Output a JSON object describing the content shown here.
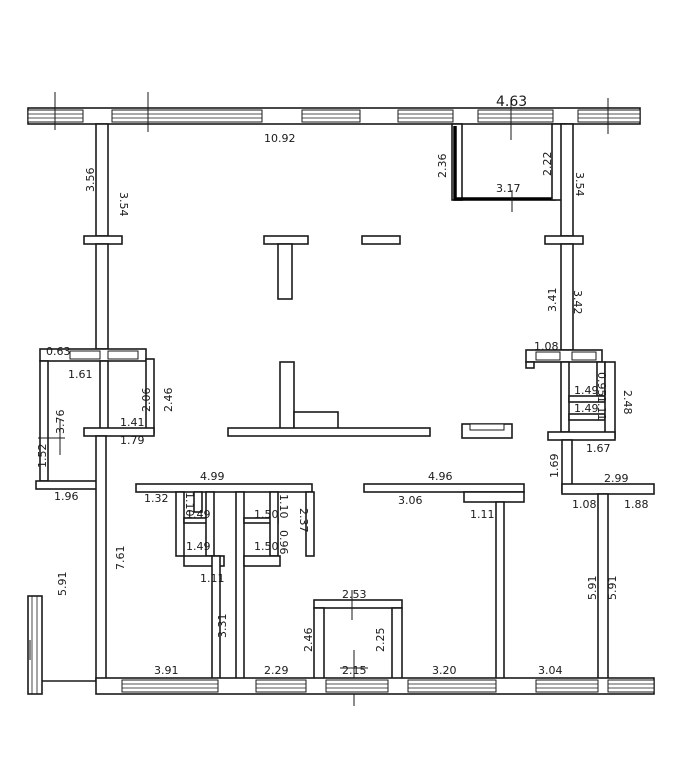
{
  "plan": {
    "dimensions": {
      "top_overall": "4.63",
      "top_long": "10.92",
      "alcove_height": "2.36",
      "alcove_height_right": "2.22",
      "alcove_width": "3.17",
      "left_outer_upper": "3.56",
      "left_inner_upper": "3.54",
      "right_upper": "3.54",
      "right_mid_outer": "3.41",
      "right_mid_inner": "3.42",
      "left_small_w": "0.63",
      "left_small_w2": "1.61",
      "left_mid_h1": "2.06",
      "left_mid_h2": "2.46",
      "left_mid_w1": "1.41",
      "left_mid_w2": "1.79",
      "left_outer_h": "3.76",
      "left_outer_h2": "1.52",
      "left_base_w": "1.96",
      "right_niche_w": "1.08",
      "right_niche_a": "1.49",
      "right_niche_b": "1.49",
      "right_niche_h1": "0.95",
      "right_niche_h2": "1.11",
      "right_niche_h3": "2.48",
      "right_niche_w2": "1.67",
      "right_low_h": "1.69",
      "right_low_w": "2.99",
      "right_room_w1": "1.08",
      "right_room_w2": "1.88",
      "center_wall_w": "4.99",
      "center_wall_w2": "1.32",
      "bath_a_h": "1.10",
      "bath_a_w": "1.49",
      "bath_a_w2": "1.49",
      "bath_a_w3": "1.11",
      "bath_b_h": "1.10",
      "bath_b_w": "1.50",
      "bath_b_w2": "1.50",
      "bath_b_h2": "0.96",
      "bath_b_h3": "2.37",
      "mid_wall_w": "4.96",
      "mid_wall_w2": "3.06",
      "mid_wall_w3": "1.11",
      "left_room_h": "7.61",
      "left_room_h2": "5.91",
      "room_a_w": "3.91",
      "room_a_h": "3.31",
      "room_b_w": "2.29",
      "room_b_h": "2.46",
      "vest_w": "2.53",
      "vest_h": "2.25",
      "vest_w2": "2.15",
      "room_c_w": "3.20",
      "room_d_w": "3.04",
      "right_room_h1": "5.91",
      "right_room_h2": "5.91"
    },
    "colors": {
      "line": "#1a1a1a",
      "background": "#ffffff"
    }
  }
}
